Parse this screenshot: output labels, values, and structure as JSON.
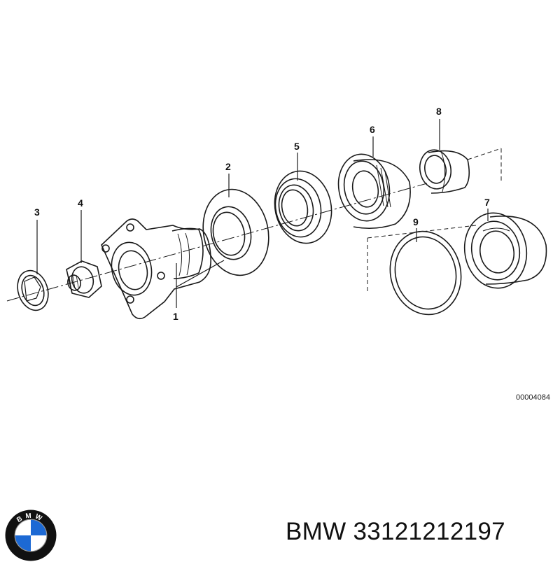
{
  "diagram": {
    "drawing_number": "00004084",
    "callouts": {
      "c1": "1",
      "c2": "2",
      "c3": "3",
      "c4": "4",
      "c5": "5",
      "c6": "6",
      "c7": "7",
      "c8": "8",
      "c9": "9"
    }
  },
  "footer": {
    "brand": "BMW",
    "part_number": "33121212197",
    "logo_letters": "BMW"
  },
  "colors": {
    "line": "#1a1a1a",
    "logo_blue": "#1c69d4",
    "logo_ring": "#111111"
  }
}
